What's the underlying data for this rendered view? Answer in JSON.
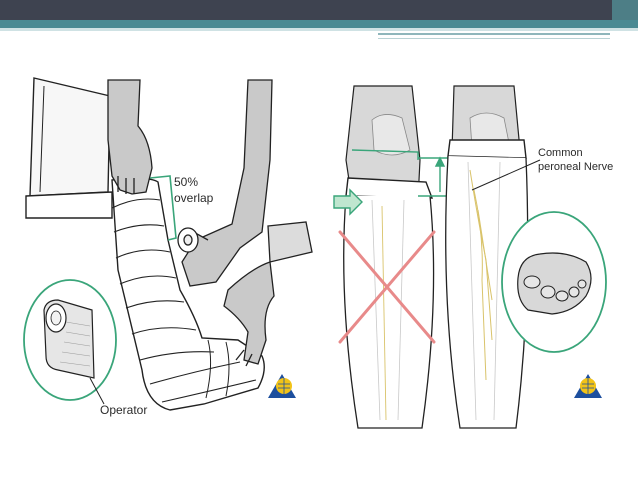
{
  "figure": {
    "left_panel": {
      "overlap_label_line1": "50%",
      "overlap_label_line2": "overlap",
      "inset_label": "Operator"
    },
    "right_panel": {
      "nerve_label_line1": "Common",
      "nerve_label_line2": "peroneal Nerve"
    }
  },
  "colors": {
    "header_dark": "#3e4350",
    "header_teal": "#4a8a93",
    "outline_green": "#3aa57a",
    "cross_red": "#e88a8a",
    "nerve_yellow": "#d9c36a",
    "logo_yellow": "#f2c318",
    "logo_blue": "#1d4f9e"
  }
}
